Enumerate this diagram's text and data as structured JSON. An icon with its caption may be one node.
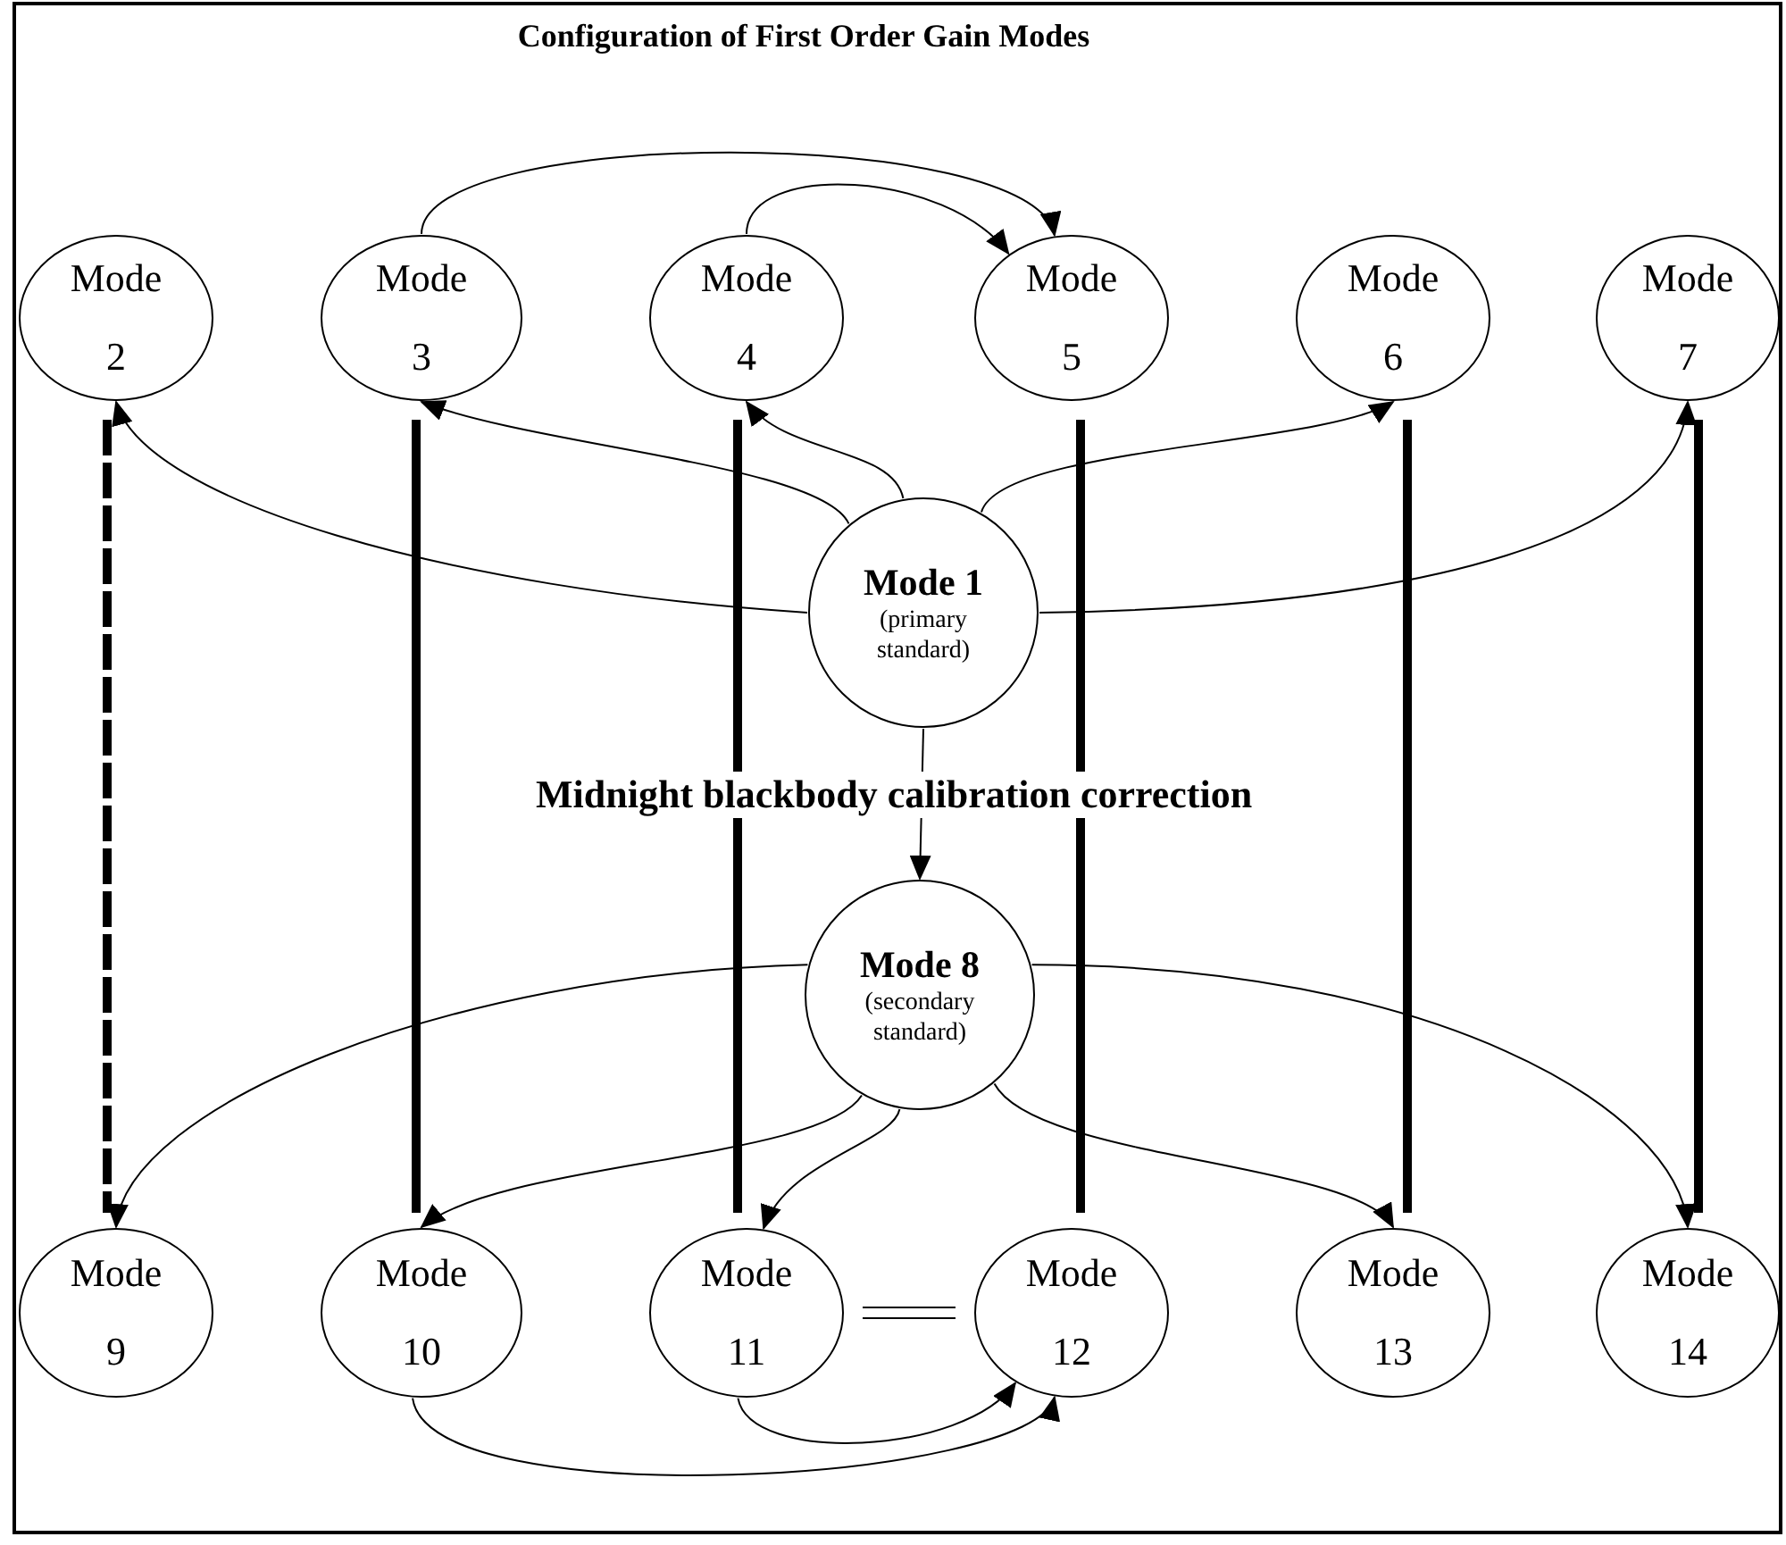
{
  "diagram": {
    "title": "Configuration of First Order Gain Modes",
    "nodes": [
      {
        "text": [
          "Mode 2"
        ]
      },
      {
        "text": [
          "Mode 3"
        ]
      },
      {
        "text": [
          "Mode 4"
        ]
      },
      {
        "text": [
          "Mode 5"
        ]
      },
      {
        "text": [
          "Mode 6"
        ]
      },
      {
        "text": [
          "Mode 7"
        ]
      },
      {
        "text": [
          "Mode 1",
          "(primary standard)"
        ]
      },
      {
        "text": [
          "Mode 8",
          "(secondary standard)"
        ]
      },
      {
        "text": [
          "Mode 9"
        ]
      },
      {
        "text": [
          "Mode 10"
        ]
      },
      {
        "text": [
          "Mode 11"
        ]
      },
      {
        "text": [
          "Mode 12"
        ]
      },
      {
        "text": [
          "Mode 13"
        ]
      },
      {
        "text": [
          "Mode 14"
        ]
      }
    ],
    "edges": [
      {
        "from": 1,
        "to": 3,
        "arrow": "to"
      },
      {
        "from": 2,
        "to": 3,
        "arrow": "to"
      },
      {
        "from": 6,
        "to": 0,
        "arrow": "to"
      },
      {
        "from": 6,
        "to": 1,
        "arrow": "to"
      },
      {
        "from": 6,
        "to": 2,
        "arrow": "to"
      },
      {
        "from": 6,
        "to": 4,
        "arrow": "to"
      },
      {
        "from": 6,
        "to": 5,
        "arrow": "to"
      },
      {
        "from": 6,
        "to": 7,
        "arrow": "to"
      },
      {
        "from": 7,
        "to": 8,
        "arrow": "to"
      },
      {
        "from": 7,
        "to": 9,
        "arrow": "to"
      },
      {
        "from": 7,
        "to": 10,
        "arrow": "to"
      },
      {
        "from": 7,
        "to": 12,
        "arrow": "to"
      },
      {
        "from": 7,
        "to": 13,
        "arrow": "to"
      },
      {
        "from": 0,
        "to": 8,
        "arrow": "none",
        "style": "dashed"
      },
      {
        "from": 1,
        "to": 9,
        "arrow": "none",
        "style": "thick"
      },
      {
        "from": 2,
        "to": 10,
        "arrow": "none",
        "style": "thick"
      },
      {
        "from": 3,
        "to": 11,
        "arrow": "none",
        "style": "thick"
      },
      {
        "from": 4,
        "to": 12,
        "arrow": "none",
        "style": "thick"
      },
      {
        "from": 5,
        "to": 13,
        "arrow": "none",
        "style": "thick"
      },
      {
        "from": 10,
        "to": 11,
        "arrow": "none"
      },
      {
        "from": 10,
        "to": 11,
        "arrow": "to"
      },
      {
        "from": 9,
        "to": 11,
        "arrow": "to"
      }
    ],
    "labels": [
      "Midnight blackbody calibration correction"
    ]
  }
}
